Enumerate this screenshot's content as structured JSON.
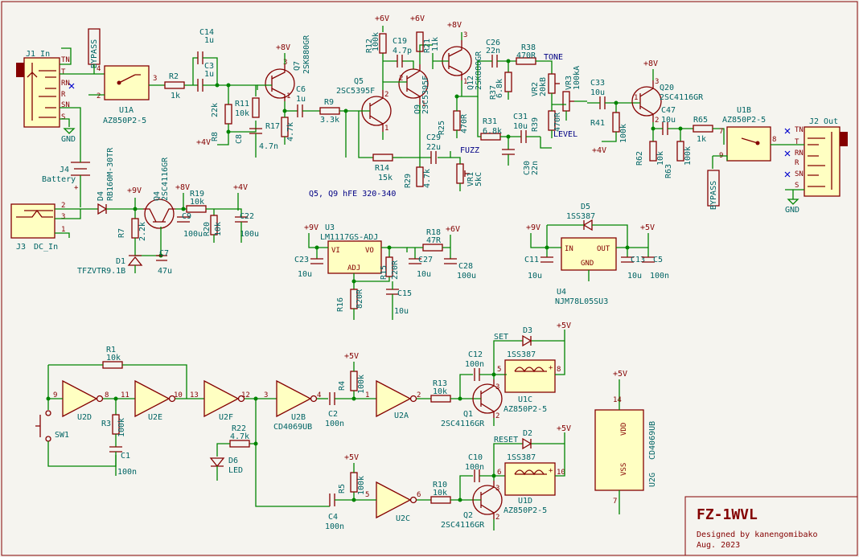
{
  "title_block": {
    "title": "FZ-1WVL",
    "designer": "Designed by kanengomibako",
    "date": "Aug. 2023"
  },
  "note": "Q5, Q9 hFE 320-340",
  "net_labels": {
    "bypass": "BYPASS",
    "tone": "TONE",
    "fuzz": "FUZZ",
    "level": "LEVEL",
    "set": "SET",
    "reset": "RESET",
    "gnd": "GND"
  },
  "power": {
    "p8v": "+8V",
    "p6v": "+6V",
    "p4v": "+4V",
    "p9v": "+9V",
    "p5v": "+5V"
  },
  "connectors": {
    "j1": {
      "ref": "J1 In",
      "pins": [
        "TN",
        "T",
        "RN",
        "R",
        "SN",
        "S"
      ]
    },
    "j2": {
      "ref": "J2 Out",
      "pins": [
        "TN",
        "T",
        "RN",
        "R",
        "SN",
        "S"
      ]
    },
    "j3": {
      "ref": "J3",
      "value": "DC_In"
    },
    "j4": {
      "ref": "J4",
      "value": "Battery"
    }
  },
  "relays": {
    "u1a": {
      "ref": "U1A",
      "value": "AZ850P2-5"
    },
    "u1b": {
      "ref": "U1B",
      "value": "AZ850P2-5"
    },
    "u1c": {
      "ref": "U1C",
      "value": "AZ850P2-5"
    },
    "u1d": {
      "ref": "U1D",
      "value": "AZ850P2-5"
    }
  },
  "resistors": {
    "r1": {
      "ref": "R1",
      "value": "10k"
    },
    "r2": {
      "ref": "R2",
      "value": "1k"
    },
    "r3": {
      "ref": "R3",
      "value": "100k"
    },
    "r4": {
      "ref": "R4",
      "value": "100k"
    },
    "r5": {
      "ref": "R5",
      "value": "100k"
    },
    "r7": {
      "ref": "R7",
      "value": "2.2k"
    },
    "r8": {
      "ref": "R8",
      "value": "22k"
    },
    "r9": {
      "ref": "R9",
      "value": "3.3k"
    },
    "r10": {
      "ref": "R10",
      "value": "10k"
    },
    "r11": {
      "ref": "R11",
      "value": "10k"
    },
    "r12": {
      "ref": "R12",
      "value": "100k"
    },
    "r13": {
      "ref": "R13",
      "value": "10k"
    },
    "r14": {
      "ref": "R14",
      "value": "15k"
    },
    "r15": {
      "ref": "R15",
      "value": "220R"
    },
    "r16": {
      "ref": "R16",
      "value": "820R"
    },
    "r17": {
      "ref": "R17",
      "value": "4.7k"
    },
    "r18": {
      "ref": "R18",
      "value": "47R"
    },
    "r19": {
      "ref": "R19",
      "value": "10k"
    },
    "r20": {
      "ref": "R20",
      "value": "10k"
    },
    "r21": {
      "ref": "R21",
      "value": "11k"
    },
    "r22": {
      "ref": "R22",
      "value": "4.7k"
    },
    "r25": {
      "ref": "R25",
      "value": "470R"
    },
    "r29": {
      "ref": "R29",
      "value": "4.7k"
    },
    "r31": {
      "ref": "R31",
      "value": "6.8k"
    },
    "r37": {
      "ref": "R37",
      "value": "6.8k"
    },
    "r38": {
      "ref": "R38",
      "value": "470R"
    },
    "r39": {
      "ref": "R39",
      "value": "470R"
    },
    "r41": {
      "ref": "R41",
      "value": "100k"
    },
    "r62": {
      "ref": "R62",
      "value": "10k"
    },
    "r63": {
      "ref": "R63",
      "value": "100k"
    },
    "r65": {
      "ref": "R65",
      "value": "1k"
    }
  },
  "capacitors": {
    "c1": {
      "ref": "C1",
      "value": "100n"
    },
    "c2": {
      "ref": "C2",
      "value": "100n"
    },
    "c3": {
      "ref": "C3",
      "value": "1u"
    },
    "c4": {
      "ref": "C4",
      "value": "100n"
    },
    "c5": {
      "ref": "C5",
      "value": "100n"
    },
    "c6": {
      "ref": "C6",
      "value": "1u"
    },
    "c7": {
      "ref": "C7",
      "value": "47u"
    },
    "c8": {
      "ref": "C8",
      "value": "4.7n"
    },
    "c9": {
      "ref": "C9",
      "value": "100u"
    },
    "c10": {
      "ref": "C10",
      "value": "100n"
    },
    "c11": {
      "ref": "C11",
      "value": "10u"
    },
    "c12": {
      "ref": "C12",
      "value": "100n"
    },
    "c13": {
      "ref": "C13",
      "value": "10u"
    },
    "c14": {
      "ref": "C14",
      "value": "1u"
    },
    "c15": {
      "ref": "C15",
      "value": "10u"
    },
    "c19": {
      "ref": "C19",
      "value": "4.7p"
    },
    "c22": {
      "ref": "C22",
      "value": "100u"
    },
    "c23": {
      "ref": "C23",
      "value": "10u"
    },
    "c26": {
      "ref": "C26",
      "value": "22n"
    },
    "c27": {
      "ref": "C27",
      "value": "10u"
    },
    "c28": {
      "ref": "C28",
      "value": "100u"
    },
    "c29": {
      "ref": "C29",
      "value": "22u"
    },
    "c30": {
      "ref": "C30",
      "value": "22n"
    },
    "c31": {
      "ref": "C31",
      "value": "10u"
    },
    "c33": {
      "ref": "C33",
      "value": "10u"
    },
    "c47": {
      "ref": "C47",
      "value": "10u"
    }
  },
  "transistors": {
    "q1": {
      "ref": "Q1",
      "value": "2SC4116GR"
    },
    "q2": {
      "ref": "Q2",
      "value": "2SC4116GR"
    },
    "q4": {
      "ref": "Q4",
      "value": "2SC4116GR"
    },
    "q5": {
      "ref": "Q5",
      "value": "2SC5395F"
    },
    "q7": {
      "ref": "Q7",
      "value": "2SK880GR"
    },
    "q9": {
      "ref": "Q9",
      "value": "2SC5395F"
    },
    "q12": {
      "ref": "Q12",
      "value": "2SK880GR"
    },
    "q20": {
      "ref": "Q20",
      "value": "2SC4116GR"
    }
  },
  "diodes": {
    "d1": {
      "ref": "D1",
      "value": "TFZVTR9.1B"
    },
    "d2": {
      "ref": "D2",
      "value": "1SS387"
    },
    "d3": {
      "ref": "D3",
      "value": "1SS387"
    },
    "d4": {
      "ref": "D4",
      "value": "RB160M-30TR"
    },
    "d5": {
      "ref": "D5",
      "value": "1SS387"
    },
    "d6": {
      "ref": "D6",
      "value": "LED"
    }
  },
  "pots": {
    "vr1": {
      "ref": "VR1",
      "value": "5kC"
    },
    "vr2": {
      "ref": "VR2",
      "value": "20kB"
    },
    "vr3": {
      "ref": "VR3",
      "value": "100kA"
    }
  },
  "ics": {
    "u3": {
      "ref": "U3",
      "value": "LM1117GS-ADJ",
      "pins": [
        "VI",
        "VO",
        "ADJ"
      ]
    },
    "u4": {
      "ref": "U4",
      "value": "NJM78L05SU3",
      "pins": [
        "IN",
        "OUT",
        "GND"
      ]
    },
    "u2a": {
      "ref": "U2A"
    },
    "u2b": {
      "ref": "U2B",
      "value": "CD4069UB"
    },
    "u2c": {
      "ref": "U2C"
    },
    "u2d": {
      "ref": "U2D"
    },
    "u2e": {
      "ref": "U2E"
    },
    "u2f": {
      "ref": "U2F"
    },
    "u2g": {
      "ref": "U2G",
      "value": "CD4069UB",
      "pins": [
        "VDD",
        "VSS"
      ]
    }
  },
  "switches": {
    "sw1": {
      "ref": "SW1"
    }
  }
}
